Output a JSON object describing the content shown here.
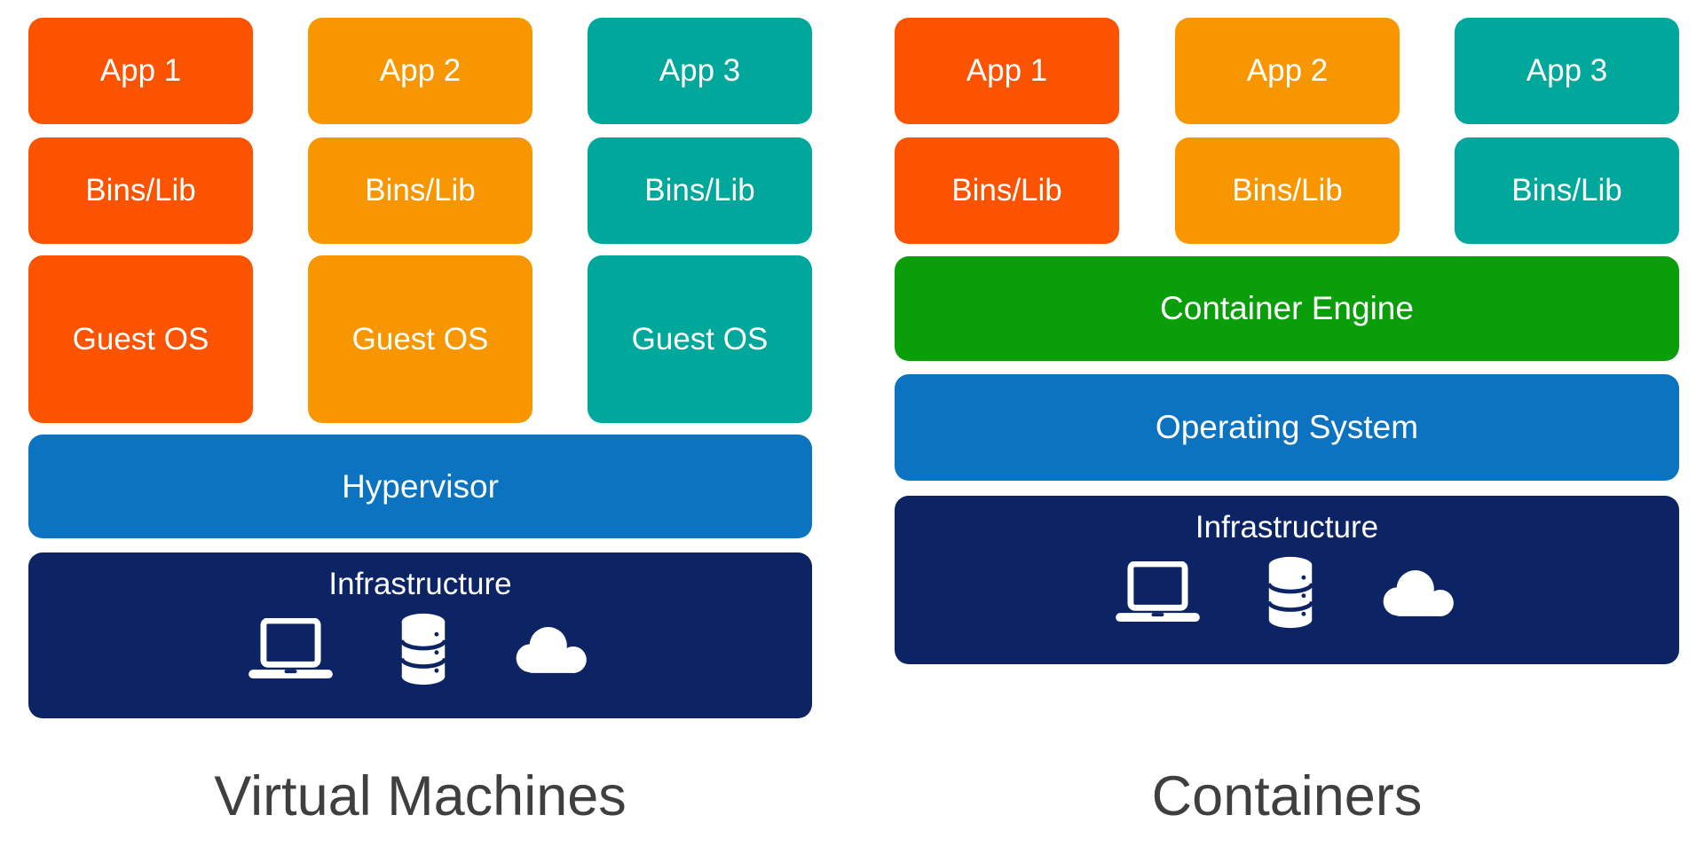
{
  "colors": {
    "col1": "#FB5300",
    "col2": "#F89600",
    "col3": "#00A79B",
    "blue": "#0B73C0",
    "navy": "#0D2464",
    "green": "#0A9E0A",
    "title": "#3F3F3F"
  },
  "vm_panel": {
    "title": "Virtual Machines",
    "stacks": [
      {
        "app": "App 1",
        "bins": "Bins/Lib",
        "guest_os": "Guest OS"
      },
      {
        "app": "App 2",
        "bins": "Bins/Lib",
        "guest_os": "Guest OS"
      },
      {
        "app": "App 3",
        "bins": "Bins/Lib",
        "guest_os": "Guest OS"
      }
    ],
    "hypervisor_label": "Hypervisor",
    "infrastructure_label": "Infrastructure"
  },
  "containers_panel": {
    "title": "Containers",
    "stacks": [
      {
        "app": "App 1",
        "bins": "Bins/Lib"
      },
      {
        "app": "App 2",
        "bins": "Bins/Lib"
      },
      {
        "app": "App 3",
        "bins": "Bins/Lib"
      }
    ],
    "container_engine_label": "Container Engine",
    "operating_system_label": "Operating System",
    "infrastructure_label": "Infrastructure"
  },
  "infrastructure_icons": [
    "laptop-icon",
    "database-icon",
    "cloud-icon"
  ]
}
